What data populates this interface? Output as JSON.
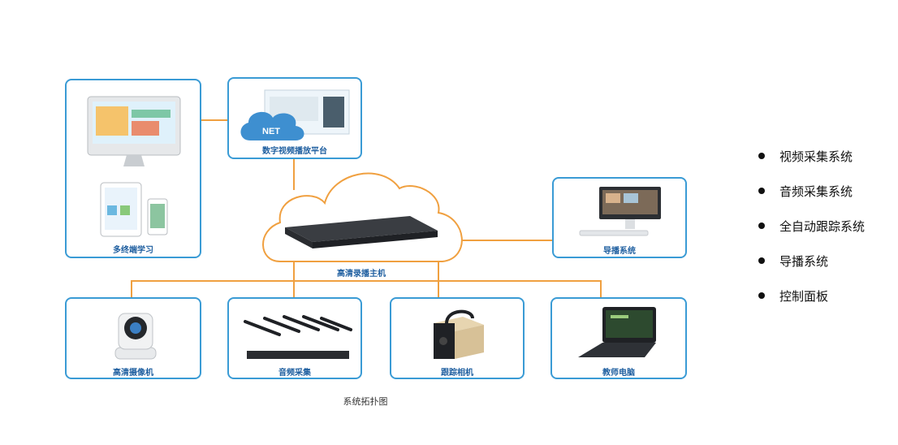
{
  "nodes": {
    "web_platform": "数字视频播放平台",
    "multi_terminal": "多终端学习",
    "host": "高清录播主机",
    "director": "导播系统",
    "camera": "高清摄像机",
    "audio": "音频采集",
    "tracking": "跟踪相机",
    "control_pc": "教师电脑"
  },
  "cloud_label": "NET",
  "figure_caption": "系统拓扑图",
  "legend": [
    "视频采集系统",
    "音频采集系统",
    "全自动跟踪系统",
    "导播系统",
    "控制面板"
  ],
  "colors": {
    "box_border": "#3a9bd5",
    "connector": "#f0a040",
    "caption": "#1f5fa0"
  }
}
